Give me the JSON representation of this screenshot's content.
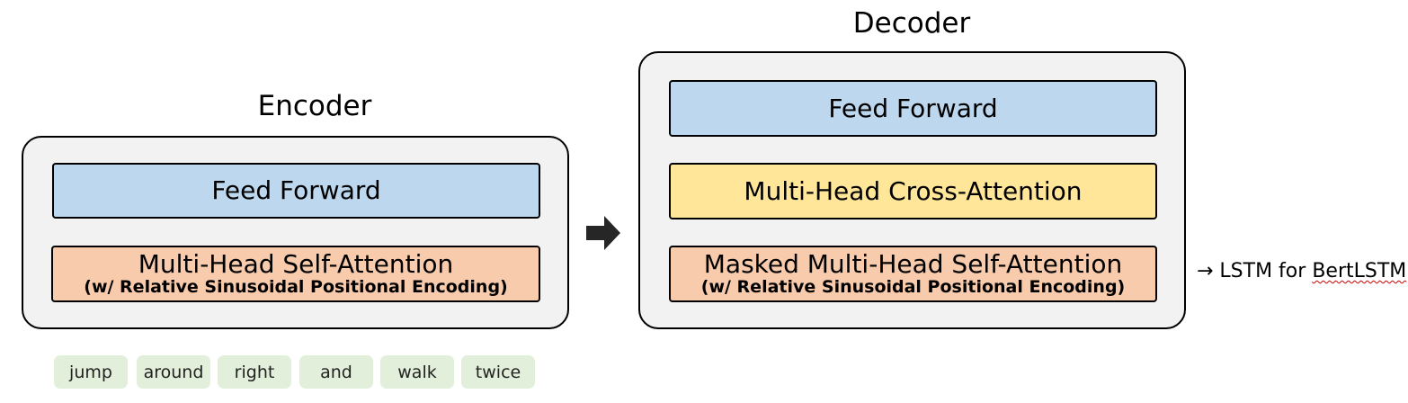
{
  "encoder": {
    "title": "Encoder",
    "feed_forward": "Feed Forward",
    "self_attention": "Multi-Head Self-Attention",
    "self_attention_note": "(w/ Relative Sinusoidal Positional Encoding)"
  },
  "decoder": {
    "title": "Decoder",
    "feed_forward": "Feed Forward",
    "cross_attention": "Multi-Head Cross-Attention",
    "masked_self_attention": "Masked Multi-Head Self-Attention",
    "masked_self_attention_note": "(w/ Relative Sinusoidal Positional Encoding)"
  },
  "tokens": [
    "jump",
    "around",
    "right",
    "and",
    "walk",
    "twice"
  ],
  "note": {
    "prefix": "→ LSTM for ",
    "highlight": "BertLSTM"
  },
  "colors": {
    "feed_forward": "#bdd7ee",
    "cross_attention": "#ffe699",
    "self_attention": "#f8cbad",
    "token": "#e2efda",
    "container": "#f2f2f2"
  },
  "icons": {
    "flow_arrow": "right-arrow-icon"
  }
}
